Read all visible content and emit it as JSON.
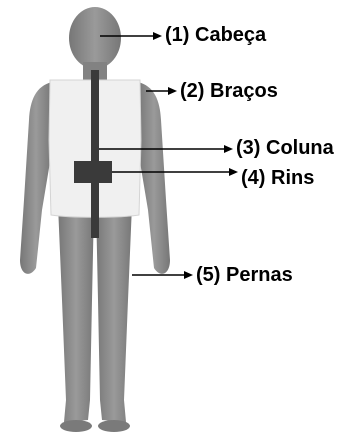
{
  "labels": {
    "head": "(1) Cabeça",
    "arms": "(2) Braços",
    "spine": "(3) Coluna",
    "kidneys": "(4) Rins",
    "legs": "(5) Pernas"
  },
  "colors": {
    "body": "#8a8a8a",
    "vest": "#f0f0f0",
    "spine": "#3a3a3a",
    "arrow": "#000000"
  }
}
